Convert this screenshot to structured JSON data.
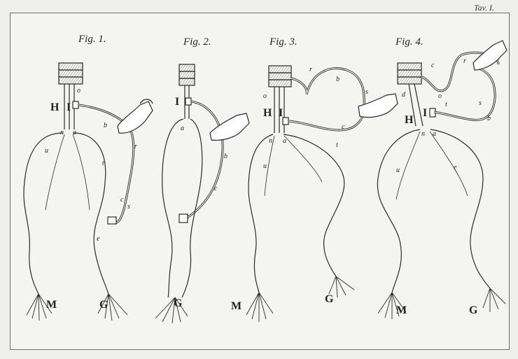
{
  "plate": {
    "label": "Tav. I."
  },
  "figures": [
    {
      "title": "Fig. 1.",
      "letters": [
        "H",
        "I",
        "o",
        "n",
        "a",
        "b",
        "r",
        "u",
        "t",
        "c",
        "s",
        "e",
        "M",
        "G"
      ]
    },
    {
      "title": "Fig. 2.",
      "letters": [
        "I",
        "a",
        "b",
        "c",
        "G"
      ]
    },
    {
      "title": "Fig. 3.",
      "letters": [
        "H",
        "I",
        "o",
        "r",
        "b",
        "s",
        "n",
        "a",
        "c",
        "t",
        "u",
        "M",
        "G"
      ]
    },
    {
      "title": "Fig. 4.",
      "letters": [
        "d",
        "o",
        "c",
        "r",
        "H",
        "I",
        "t",
        "s",
        "b",
        "n",
        "a",
        "u",
        "e",
        "M",
        "G"
      ]
    }
  ],
  "colors": {
    "ink": "#2a2a28",
    "paper": "#f4f4f1",
    "border": "#6d6d6a"
  }
}
